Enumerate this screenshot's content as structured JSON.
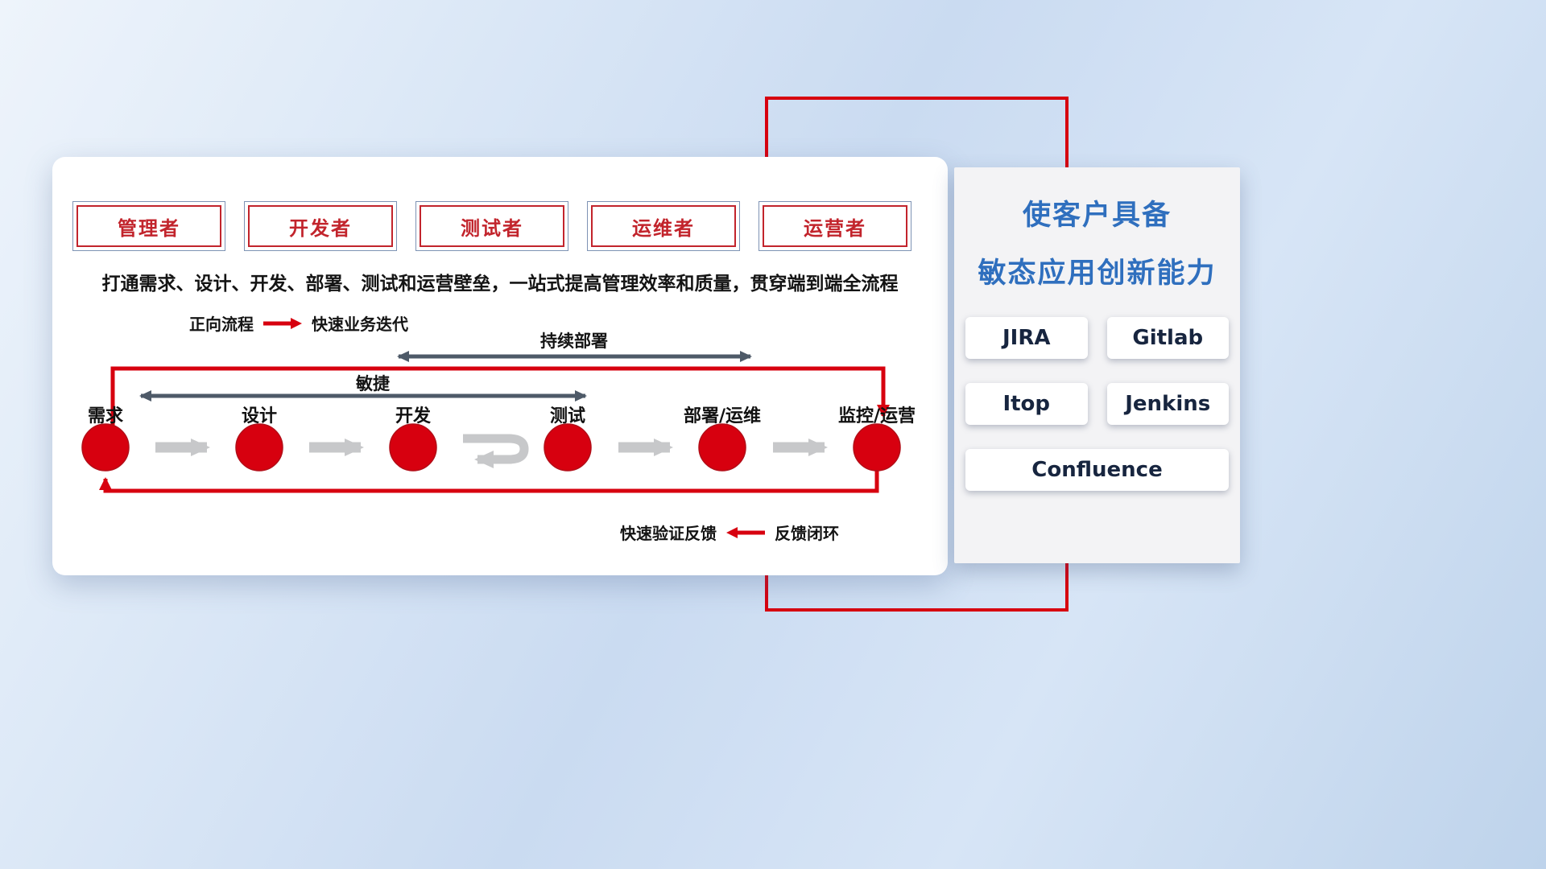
{
  "colors": {
    "red": "#d7000f",
    "role_red": "#c2242c",
    "panel_title_blue": "#2f6fbe",
    "span_arrow_slate": "#4e5a68",
    "flow_arrow_gray": "#c7c8ca"
  },
  "card": {
    "roles": [
      "管理者",
      "开发者",
      "测试者",
      "运维者",
      "运营者"
    ],
    "subtitle": "打通需求、设计、开发、部署、测试和运营壁垒，一站式提高管理效率和质量，贯穿端到端全流程",
    "legend_forward": {
      "label": "正向流程",
      "desc": "快速业务迭代"
    },
    "legend_feedback": {
      "label": "快速验证反馈",
      "desc": "反馈闭环"
    },
    "flow": {
      "stages": [
        "需求",
        "设计",
        "开发",
        "测试",
        "部署/运维",
        "监控/运营"
      ],
      "span_agile": "敏捷",
      "span_cd": "持续部署"
    }
  },
  "panel": {
    "title_line1": "使客户具备",
    "title_line2": "敏态应用创新能力",
    "tools": [
      "JIRA",
      "Gitlab",
      "Itop",
      "Jenkins",
      "Confluence"
    ]
  }
}
